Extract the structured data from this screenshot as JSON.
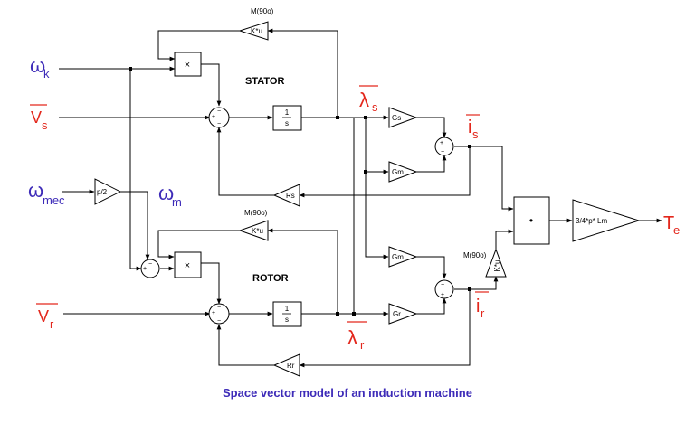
{
  "caption": "Space vector model of an induction machine",
  "colors": {
    "wire": "#000000",
    "speed_signal": "#3d2bb8",
    "vector_signal": "#e3271c"
  },
  "sections": {
    "stator": "STATOR",
    "rotor": "ROTOR"
  },
  "blocks": {
    "rotation_top": {
      "title": "M(90o)",
      "body": "K*u"
    },
    "rotation_mid": {
      "title": "M(90o)",
      "body": "K*u"
    },
    "rotation_right": {
      "title": "M(90o)",
      "body": "K*u"
    },
    "multiply": "×",
    "integrator_num": "1",
    "integrator_den": "s",
    "gain_p2": "p/2",
    "gain_gs": "Gs",
    "gain_gm": "Gm",
    "gain_gr": "Gr",
    "gain_rs": "Rs",
    "gain_rr": "Rr",
    "dot_product": "•",
    "torque_gain": "3/4*p* Lm"
  },
  "signals": {
    "omega_k": {
      "main": "ω",
      "sub": "k"
    },
    "v_s": {
      "main": "V",
      "sub": "s"
    },
    "omega_mec": {
      "main": "ω",
      "sub": "mec"
    },
    "omega_m": {
      "main": "ω",
      "sub": "m"
    },
    "v_r": {
      "main": "V",
      "sub": "r"
    },
    "lambda_s": {
      "main": "λ",
      "sub": "s"
    },
    "lambda_r": {
      "main": "λ",
      "sub": "r"
    },
    "i_s": {
      "main": "i",
      "sub": "s"
    },
    "i_r": {
      "main": "i",
      "sub": "r"
    },
    "t_e": {
      "main": "T",
      "sub": "e"
    }
  }
}
